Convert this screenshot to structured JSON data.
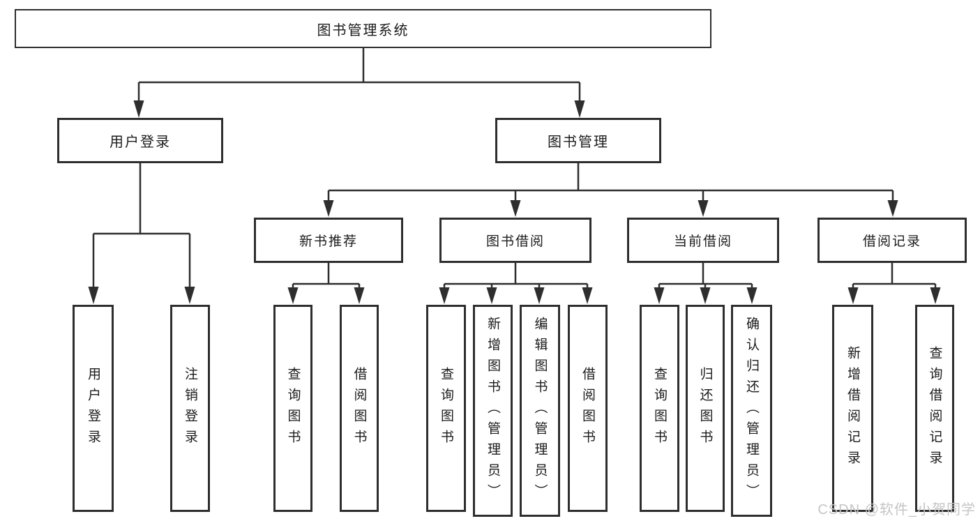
{
  "diagram": {
    "root": {
      "label": "图书管理系统"
    },
    "level2": [
      {
        "label": "用户登录"
      },
      {
        "label": "图书管理"
      }
    ],
    "level3": [
      {
        "label": "新书推荐"
      },
      {
        "label": "图书借阅"
      },
      {
        "label": "当前借阅"
      },
      {
        "label": "借阅记录"
      }
    ],
    "leaves": {
      "user_login": [
        "用户登录",
        "注销登录"
      ],
      "new_book": [
        "查询图书",
        "借阅图书"
      ],
      "book_borrow": [
        "查询图书",
        "新增图书（管理员）",
        "编辑图书（管理员）",
        "借阅图书"
      ],
      "current_borrow": [
        "查询图书",
        "归还图书",
        "确认归还（管理员）"
      ],
      "borrow_record": [
        "新增借阅记录",
        "查询借阅记录"
      ]
    },
    "watermark": "CSDN @软件_小贺同学",
    "colors": {
      "line": "#2e2e2e",
      "text": "#1b1b1b",
      "watermark": "#c5c5c5",
      "background": "#ffffff"
    }
  }
}
